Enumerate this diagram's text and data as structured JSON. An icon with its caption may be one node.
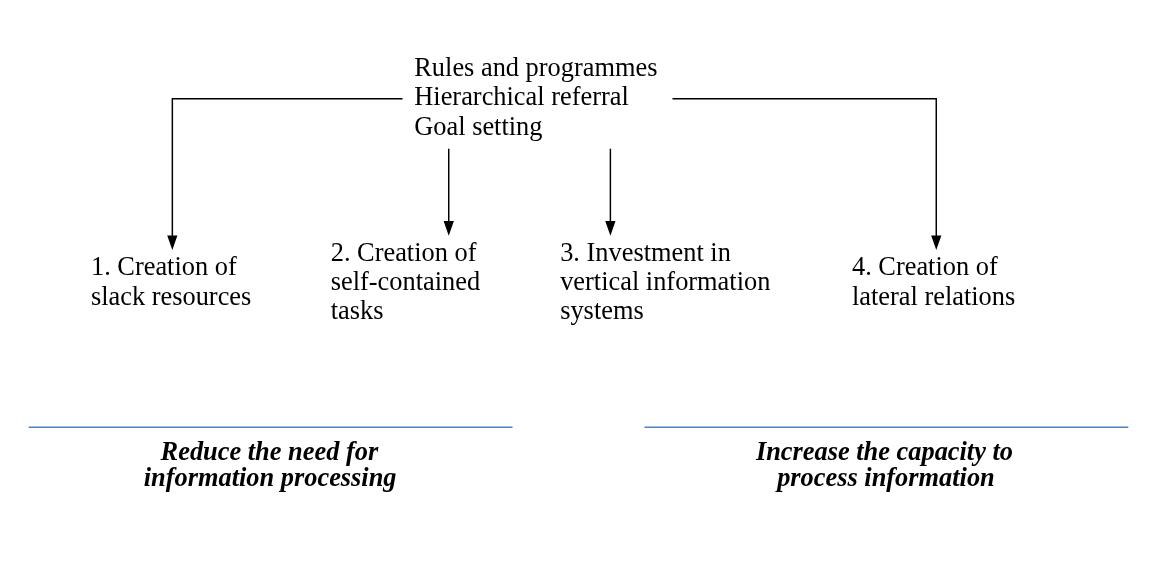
{
  "diagram": {
    "nodes": [
      {
        "text": [
          "Rules and programmes",
          "Hierarchical referral",
          "Goal setting"
        ]
      },
      {
        "text": [
          "1. Creation of slack resources"
        ]
      },
      {
        "text": [
          "2. Creation of self-contained tasks"
        ]
      },
      {
        "text": [
          "3. Investment in vertical information systems"
        ]
      },
      {
        "text": [
          "4. Creation of lateral relations"
        ]
      }
    ],
    "edges": [
      {
        "from": 0,
        "to": 1,
        "arrow": "to"
      },
      {
        "from": 0,
        "to": 2,
        "arrow": "to"
      },
      {
        "from": 0,
        "to": 3,
        "arrow": "to"
      },
      {
        "from": 0,
        "to": 4,
        "arrow": "to"
      }
    ],
    "labels": [
      "Reduce the need for information processing",
      "Increase the capacity to process information"
    ]
  }
}
